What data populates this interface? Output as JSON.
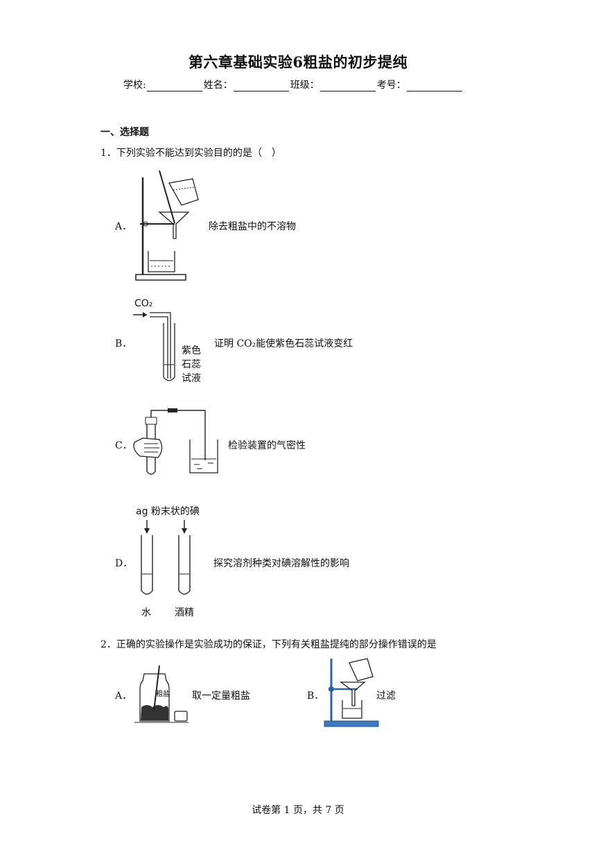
{
  "title": "第六章基础实验6粗盐的初步提纯",
  "info": {
    "school": "学校:",
    "name": "姓名：",
    "class": "班级：",
    "number": "考号："
  },
  "section": "一、选择题",
  "q1": {
    "stem": "1．下列实验不能达到实验目的的是（　）",
    "options": [
      {
        "letter": "A．",
        "desc": "除去粗盐中的不溶物"
      },
      {
        "letter": "B．",
        "desc": "证明 CO₂能使紫色石蕊试液变红",
        "fig_labels": [
          "CO₂",
          "紫色",
          "石蕊",
          "试液"
        ]
      },
      {
        "letter": "C．",
        "desc": "检验装置的气密性"
      },
      {
        "letter": "D．",
        "desc": "探究溶剂种类对碘溶解性的影响",
        "fig_labels": [
          "ag 粉末状的碘",
          "水",
          "酒精"
        ]
      }
    ]
  },
  "q2": {
    "stem": "2．正确的实验操作是实验成功的保证，下列有关粗盐提纯的部分操作错误的是",
    "options": [
      {
        "letter": "A．",
        "desc": "取一定量粗盐",
        "fig_labels": [
          "粗盐"
        ]
      },
      {
        "letter": "B．",
        "desc": "过滤"
      }
    ]
  },
  "footer": "试卷第 1 页，共 7 页"
}
